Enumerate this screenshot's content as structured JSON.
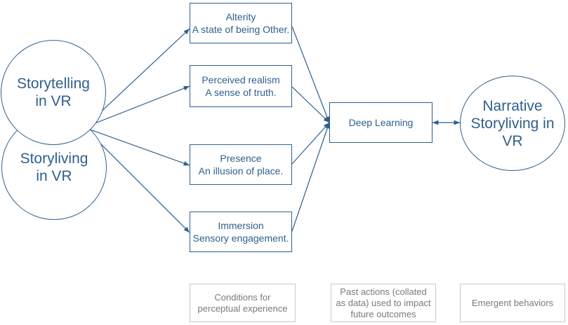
{
  "colors": {
    "accent": "#2e5f8e",
    "legend_border": "#c9c9c9",
    "legend_text": "#7a7a7a"
  },
  "circles": {
    "storytelling": "Storytelling\nin VR",
    "storyliving": "Storyliving\nin VR",
    "narrative": "Narrative\nStoryliving in\nVR"
  },
  "boxes": {
    "alterity": {
      "title": "Alterity",
      "subtitle": "A state of being Other."
    },
    "realism": {
      "title": "Perceived realism",
      "subtitle": "A sense of truth."
    },
    "presence": {
      "title": "Presence",
      "subtitle": "An illusion of place."
    },
    "immersion": {
      "title": "Immersion",
      "subtitle": "Sensory engagement."
    },
    "deep_learning": "Deep Learning"
  },
  "legend": {
    "conditions": "Conditions for\nperceptual experience",
    "past_actions": "Past actions (collated\nas data) used to impact\nfuture outcomes",
    "emergent": "Emergent behaviors"
  }
}
